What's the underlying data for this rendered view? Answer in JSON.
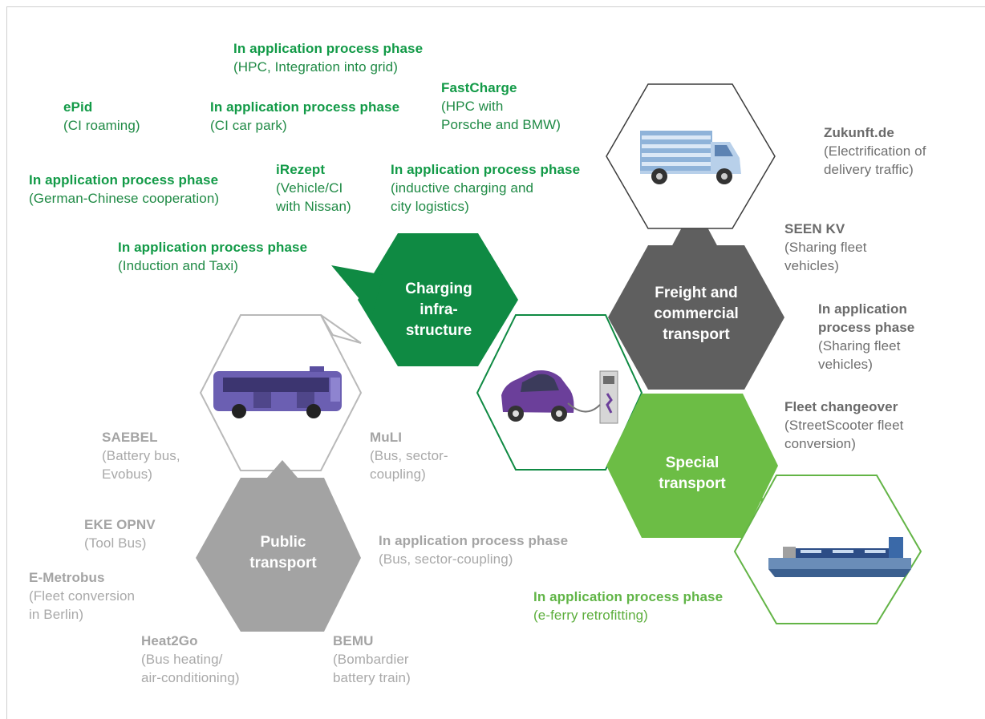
{
  "colors": {
    "charging": "#0f8a43",
    "special": "#6cbd45",
    "freight": "#5f5f5f",
    "public": "#a3a3a3",
    "outline_grey": "#b9b9b9",
    "outline_green": "#0f8a43",
    "outline_dark": "#3c3c3c",
    "outline_lgreen": "#63b446"
  },
  "icons": [
    "bus-icon",
    "truck-icon",
    "ferry-icon",
    "electric-car-icon",
    "charging-station-icon"
  ],
  "hexagons": {
    "charging": "Charging\ninfra-\nstructure",
    "freight": "Freight and\ncommercial\ntransport",
    "special": "Special\ntransport",
    "public": "Public\ntransport"
  },
  "projects": {
    "charging": [
      {
        "title": "In application process phase",
        "desc": "(HPC, Integration into grid)"
      },
      {
        "title": "ePid",
        "desc": "(CI roaming)"
      },
      {
        "title": "In application process phase",
        "desc": "(CI car park)"
      },
      {
        "title": "FastCharge",
        "desc": "(HPC with\nPorsche and BMW)"
      },
      {
        "title": "In application process phase",
        "desc": "(German-Chinese cooperation)"
      },
      {
        "title": "iRezept",
        "desc": "(Vehicle/CI\nwith Nissan)"
      },
      {
        "title": "In application process phase",
        "desc": "(inductive charging and\ncity logistics)"
      },
      {
        "title": "In application process phase",
        "desc": "(Induction and Taxi)"
      }
    ],
    "freight": [
      {
        "title": "Zukunft.de",
        "desc": "(Electrification of\ndelivery traffic)"
      },
      {
        "title": "SEEN KV",
        "desc": "(Sharing fleet\nvehicles)"
      },
      {
        "title": "In application\nprocess phase",
        "desc": "(Sharing fleet\nvehicles)"
      },
      {
        "title": "Fleet changeover",
        "desc": "(StreetScooter fleet\nconversion)"
      }
    ],
    "special": [
      {
        "title": "In application process phase",
        "desc": "(e-ferry retrofitting)"
      }
    ],
    "public": [
      {
        "title": "SAEBEL",
        "desc": "(Battery bus,\nEvobus)"
      },
      {
        "title": "MuLI",
        "desc": "(Bus, sector-\ncoupling)"
      },
      {
        "title": "EKE OPNV",
        "desc": "(Tool Bus)"
      },
      {
        "title": "In application process phase",
        "desc": "(Bus, sector-coupling)"
      },
      {
        "title": "E-Metrobus",
        "desc": "(Fleet conversion\nin Berlin)"
      },
      {
        "title": "Heat2Go",
        "desc": "(Bus heating/\nair-conditioning)"
      },
      {
        "title": "BEMU",
        "desc": "(Bombardier\nbattery train)"
      }
    ]
  }
}
